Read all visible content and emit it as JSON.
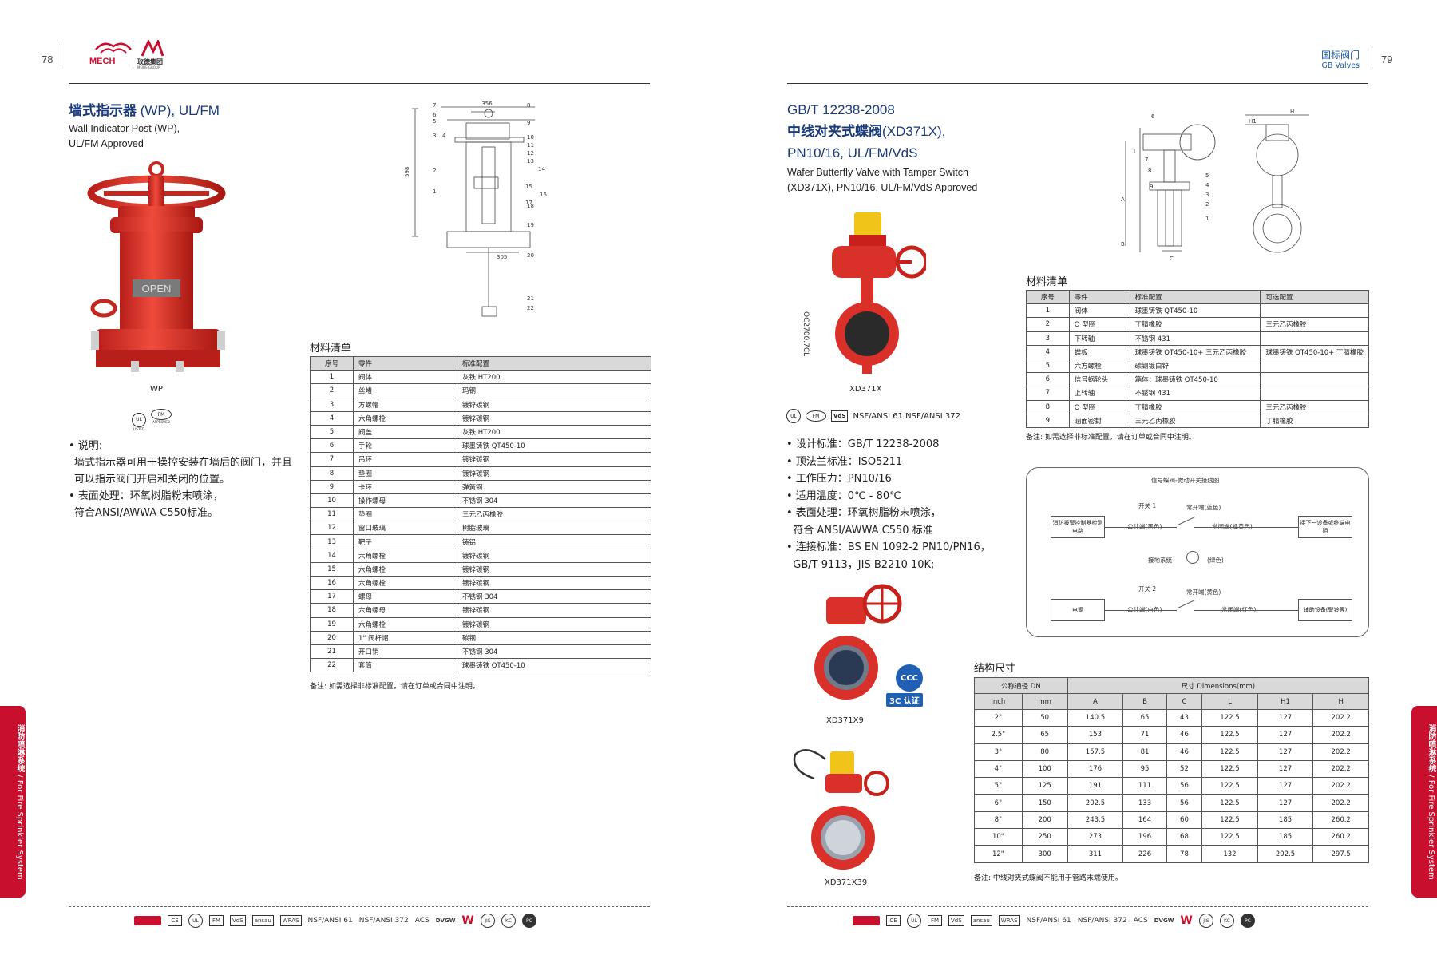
{
  "left_page": {
    "page_number": "78",
    "logo_mech": "MECH",
    "logo_group_cn": "玫德集团",
    "logo_group_en": "MEIDE GROUP",
    "title_cn": "墙式指示器",
    "title_en": " (WP), UL/FM",
    "subtitle_1": "Wall Indicator Post (WP),",
    "subtitle_2": "UL/FM Approved",
    "product_label": "WP",
    "open_plate": "OPEN",
    "cert_ul": "UL",
    "cert_ul_sub": "LISTED",
    "cert_fm": "FM",
    "cert_fm_sub": "APPROVED",
    "desc_head": "• 说明:",
    "desc_1": "墙式指示器可用于操控安装在墙后的阀门，并且",
    "desc_2": "可以指示阀门开启和关闭的位置。",
    "desc_3": "• 表面处理：环氧树脂粉末喷涂，",
    "desc_4": "符合ANSI/AWWA C550标准。",
    "drawing": {
      "dim_top": "356",
      "dim_side": "598",
      "dim_base": "305",
      "callouts_left": [
        "7",
        "6",
        "5",
        "3",
        "4",
        "2",
        "1"
      ],
      "callouts_right": [
        "8",
        "9",
        "10",
        "11",
        "12",
        "13",
        "14",
        "15",
        "16",
        "17",
        "18",
        "19",
        "20",
        "21",
        "22"
      ]
    },
    "bom_title": "材料清单",
    "bom_headers": [
      "序号",
      "零件",
      "标准配置"
    ],
    "bom_rows": [
      [
        "1",
        "阀体",
        "灰铁 HT200"
      ],
      [
        "2",
        "丝堵",
        "玛钢"
      ],
      [
        "3",
        "方螺帽",
        "镀锌碳钢"
      ],
      [
        "4",
        "六角螺栓",
        "镀锌碳钢"
      ],
      [
        "5",
        "阀盖",
        "灰铁 HT200"
      ],
      [
        "6",
        "手轮",
        "球墨铸铁 QT450-10"
      ],
      [
        "7",
        "吊环",
        "镀锌碳钢"
      ],
      [
        "8",
        "垫圈",
        "镀锌碳钢"
      ],
      [
        "9",
        "卡环",
        "弹簧钢"
      ],
      [
        "10",
        "操作螺母",
        "不锈钢 304"
      ],
      [
        "11",
        "垫圈",
        "三元乙丙橡胶"
      ],
      [
        "12",
        "窗口玻璃",
        "树脂玻璃"
      ],
      [
        "13",
        "靶子",
        "铸铝"
      ],
      [
        "14",
        "六角螺栓",
        "镀锌碳钢"
      ],
      [
        "15",
        "六角螺栓",
        "镀锌碳钢"
      ],
      [
        "16",
        "六角螺栓",
        "镀锌碳钢"
      ],
      [
        "17",
        "螺母",
        "不锈钢 304"
      ],
      [
        "18",
        "六角螺母",
        "镀锌碳钢"
      ],
      [
        "19",
        "六角螺栓",
        "镀锌碳钢"
      ],
      [
        "20",
        "1\" 阀杆帽",
        "碳钢"
      ],
      [
        "21",
        "开口销",
        "不锈钢 304"
      ],
      [
        "22",
        "套筒",
        "球墨铸铁 QT450-10"
      ]
    ],
    "bom_note": "备注: 如需选择非标准配置，请在订单或合同中注明。",
    "side_tab_cn": "消防喷淋系统",
    "side_tab_en": " / For Fire Sprinkler System"
  },
  "right_page": {
    "page_number": "79",
    "header_cn": "国标阀门",
    "header_en": "GB Valves",
    "title_std": "GB/T 12238-2008",
    "title_cn": "中线对夹式蝶阀",
    "title_cn_model": "(XD371X),",
    "title_line3": "PN10/16, UL/FM/VdS",
    "subtitle_1": "Wafer Butterfly Valve with Tamper Switch",
    "subtitle_2": "(XD371X), PN10/16, UL/FM/VdS Approved",
    "product_main_label": "XD371X",
    "side_code": "OC2700.7CL",
    "cert_vds": "VdS",
    "cert_text": "NSF/ANSI 61   NSF/ANSI 372",
    "specs": [
      "• 设计标准：GB/T 12238-2008",
      "• 顶法兰标准：ISO5211",
      "• 工作压力：PN10/16",
      "• 适用温度：0℃ - 80℃",
      "• 表面处理：环氧树脂粉末喷涂，",
      "  符合 ANSI/AWWA C550 标准",
      "• 连接标准：BS EN 1092-2 PN10/PN16，",
      "  GB/T 9113，JIS B2210 10K;"
    ],
    "product_2_label": "XD371X9",
    "product_3_label": "XD371X39",
    "ccc_label": "3C 认证",
    "drawing": {
      "dim_h": "H",
      "dim_h1": "H1",
      "dim_a": "A",
      "dim_b": "B",
      "dim_c": "C",
      "dim_l": "L",
      "callouts": [
        "6",
        "7",
        "8",
        "9",
        "5",
        "4",
        "3",
        "2",
        "1"
      ]
    },
    "bom_title": "材料清单",
    "bom_headers": [
      "序号",
      "零件",
      "标准配置",
      "可选配置"
    ],
    "bom_rows": [
      [
        "1",
        "阀体",
        "球墨铸铁 QT450-10",
        ""
      ],
      [
        "2",
        "O 型圈",
        "丁腈橡胶",
        "三元乙丙橡胶"
      ],
      [
        "3",
        "下转轴",
        "不锈钢 431",
        ""
      ],
      [
        "4",
        "蝶板",
        "球墨铸铁 QT450-10+ 三元乙丙橡胶",
        "球墨铸铁 QT450-10+ 丁腈橡胶"
      ],
      [
        "5",
        "六方螺栓",
        "碳钢镀白锌",
        ""
      ],
      [
        "6",
        "信号蜗轮头",
        "箱体：球墨铸铁 QT450-10",
        ""
      ],
      [
        "7",
        "上转轴",
        "不锈钢 431",
        ""
      ],
      [
        "8",
        "O 型圈",
        "丁腈橡胶",
        "三元乙丙橡胶"
      ],
      [
        "9",
        "涵面密封",
        "三元乙丙橡胶",
        "丁腈橡胶"
      ]
    ],
    "bom_note": "备注: 如需选择非标准配置，请在订单或合同中注明。",
    "wiring": {
      "title": "信号蝶阀-微动开关接线图",
      "switch1": "开关 1",
      "switch2": "开关 2",
      "nc_blue": "常开端(蓝色)",
      "common_black": "公共端(黑色)",
      "nc_orange": "常闭端(橘黄色)",
      "left_box_1": "消防报警控制器检测电路",
      "right_box_1": "接下一设备或终端电阻",
      "ground": "接地系统",
      "ground_color": "(绿色)",
      "no_yellow": "常开端(黄色)",
      "common_white": "公共端(白色)",
      "nc_red": "常闭端(红色)",
      "left_box_2": "电源",
      "right_box_2": "辅助设备(警铃等)"
    },
    "dim_title": "结构尺寸",
    "dim_head_dn": "公称通径 DN",
    "dim_head_dims": "尺寸 Dimensions(mm)",
    "dim_sub_headers": [
      "Inch",
      "mm",
      "A",
      "B",
      "C",
      "L",
      "H1",
      "H"
    ],
    "dim_rows": [
      [
        "2\"",
        "50",
        "140.5",
        "65",
        "43",
        "122.5",
        "127",
        "202.2"
      ],
      [
        "2.5\"",
        "65",
        "153",
        "71",
        "46",
        "122.5",
        "127",
        "202.2"
      ],
      [
        "3\"",
        "80",
        "157.5",
        "81",
        "46",
        "122.5",
        "127",
        "202.2"
      ],
      [
        "4\"",
        "100",
        "176",
        "95",
        "52",
        "122.5",
        "127",
        "202.2"
      ],
      [
        "5\"",
        "125",
        "191",
        "111",
        "56",
        "122.5",
        "127",
        "202.2"
      ],
      [
        "6\"",
        "150",
        "202.5",
        "133",
        "56",
        "122.5",
        "127",
        "202.2"
      ],
      [
        "8\"",
        "200",
        "243.5",
        "164",
        "60",
        "122.5",
        "185",
        "260.2"
      ],
      [
        "10\"",
        "250",
        "273",
        "196",
        "68",
        "122.5",
        "185",
        "260.2"
      ],
      [
        "12\"",
        "300",
        "311",
        "226",
        "78",
        "132",
        "202.5",
        "297.5"
      ]
    ],
    "dim_note": "备注: 中线对夹式蝶阀不能用于管路末端使用。",
    "side_tab_cn": "消防喷淋系统",
    "side_tab_en": " / For Fire Sprinkler System"
  },
  "footer_certs": {
    "badges": [
      "CE",
      "UL",
      "FM",
      "VdS",
      "ansau",
      "WRAS"
    ],
    "text_1": "NSF/ANSI 61",
    "text_2": "NSF/ANSI 372",
    "text_3": "ACS",
    "dvgw": "DVGW",
    "w": "W",
    "jis": "JIS",
    "kc": "KC",
    "pc": "PC"
  },
  "colors": {
    "brand_red": "#c8102e",
    "title_blue": "#1a3a7a",
    "product_red": "#d9302a"
  }
}
